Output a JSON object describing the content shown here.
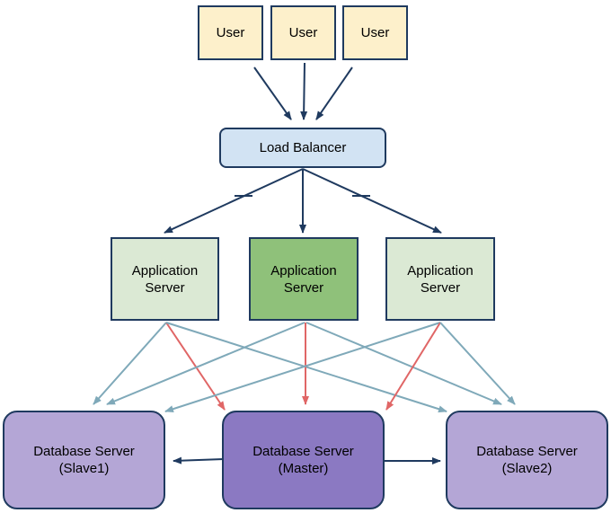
{
  "users": [
    {
      "label": "User"
    },
    {
      "label": "User"
    },
    {
      "label": "User"
    }
  ],
  "load_balancer": {
    "label": "Load Balancer"
  },
  "app_servers": [
    {
      "line1": "Application",
      "line2": "Server"
    },
    {
      "line1": "Application",
      "line2": "Server"
    },
    {
      "line1": "Application",
      "line2": "Server"
    }
  ],
  "db_servers": [
    {
      "line1": "Database Server",
      "line2": "(Slave1)"
    },
    {
      "line1": "Database Server",
      "line2": "(Master)"
    },
    {
      "line1": "Database Server",
      "line2": "(Slave2)"
    }
  ],
  "colors": {
    "dark_arrow": "#1f3a5f",
    "teal_arrow": "#7fa9b9",
    "red_arrow": "#e06666",
    "user_fill": "#fdf0cb",
    "lb_fill": "#d2e3f3",
    "app_fill": "#dbe9d4",
    "app_active_fill": "#8fc17a",
    "db_fill": "#b4a6d6",
    "db_master_fill": "#8b79c2"
  }
}
